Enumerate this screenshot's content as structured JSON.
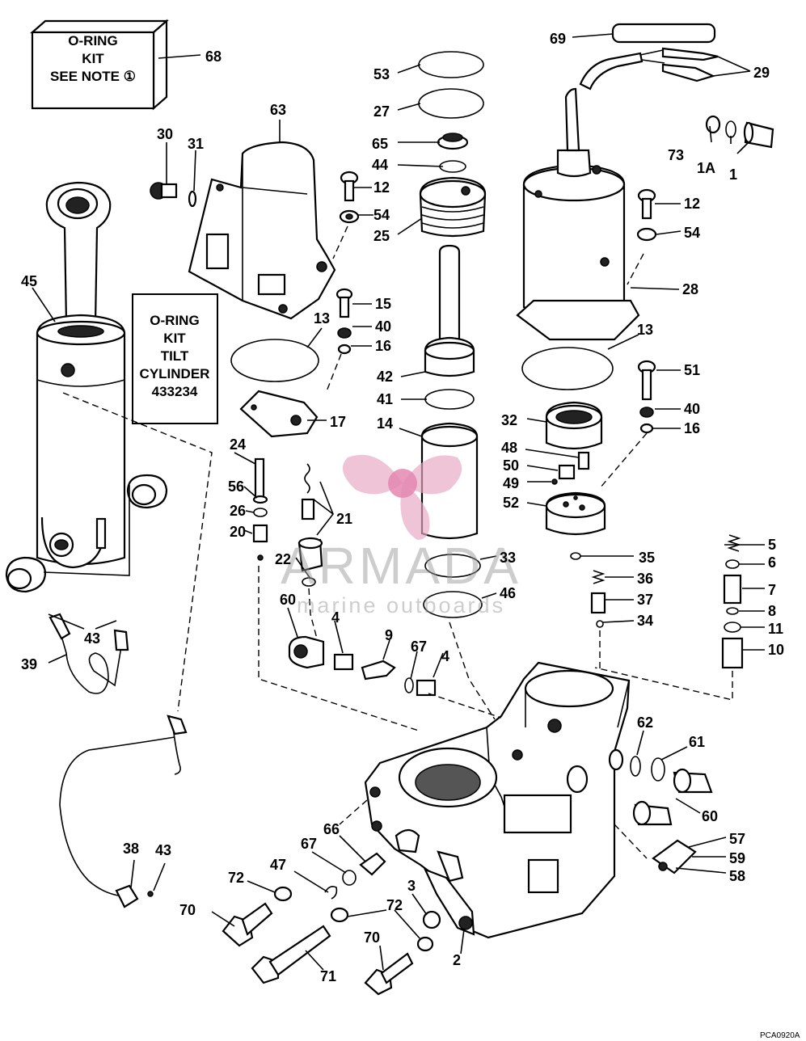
{
  "boxes": {
    "kit_note": [
      "O-RING",
      "KIT",
      "SEE NOTE ①"
    ],
    "tilt_kit": [
      "O-RING",
      "KIT",
      "TILT",
      "CYLINDER",
      "433234"
    ]
  },
  "callouts": [
    "68",
    "69",
    "29",
    "53",
    "27",
    "65",
    "44",
    "12",
    "54",
    "25",
    "30",
    "31",
    "63",
    "73",
    "1A",
    "1",
    "12",
    "54",
    "28",
    "45",
    "15",
    "40",
    "16",
    "13",
    "13",
    "42",
    "41",
    "14",
    "51",
    "40",
    "16",
    "17",
    "32",
    "24",
    "48",
    "50",
    "49",
    "52",
    "56",
    "26",
    "21",
    "20",
    "5",
    "6",
    "22",
    "33",
    "35",
    "36",
    "7",
    "8",
    "60",
    "46",
    "37",
    "34",
    "11",
    "10",
    "43",
    "4",
    "9",
    "67",
    "4",
    "39",
    "62",
    "61",
    "60",
    "66",
    "57",
    "59",
    "58",
    "38",
    "43",
    "67",
    "47",
    "72",
    "3",
    "72",
    "70",
    "2",
    "70",
    "71"
  ],
  "watermark": {
    "brand": "ARMADA",
    "tagline": "marine outboards"
  },
  "footer_code": "PCA0920A"
}
